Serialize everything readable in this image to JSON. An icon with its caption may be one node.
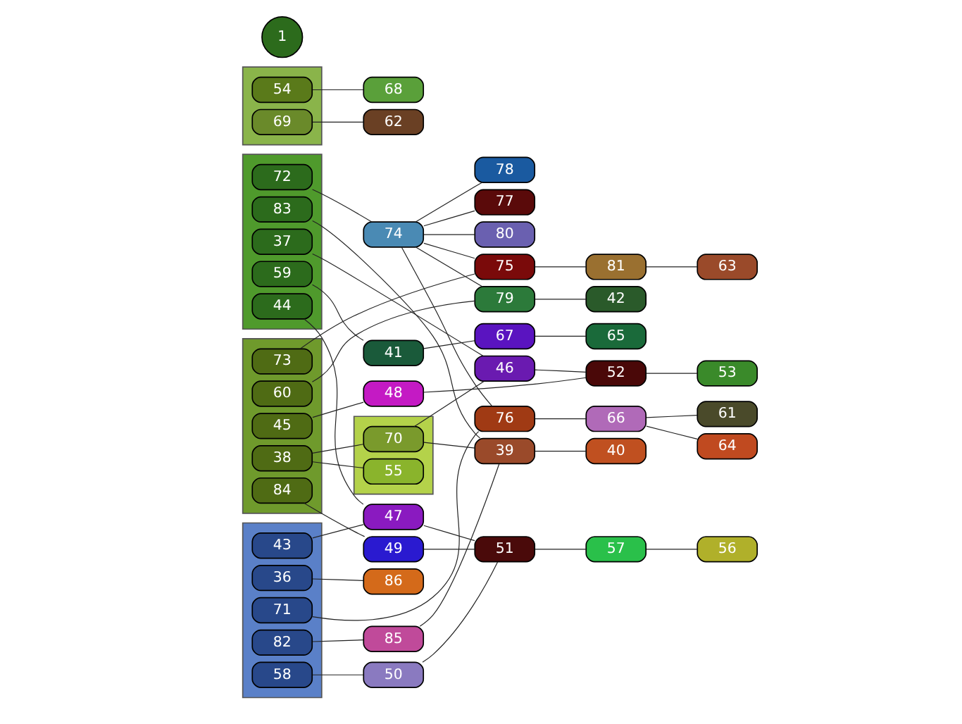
{
  "diagram": {
    "nodes": [
      {
        "text": [],
        "shape": "box"
      },
      {
        "text": [
          "59"
        ],
        "in": 0
      },
      {
        "text": [
          "72"
        ],
        "in": 0
      },
      {
        "text": [
          "37"
        ],
        "in": 0
      },
      {
        "text": [
          "44"
        ],
        "in": 0
      },
      {
        "text": [
          "83"
        ],
        "in": 0
      },
      {
        "text": [],
        "shape": "box"
      },
      {
        "text": [
          "60"
        ],
        "in": 6
      },
      {
        "text": [
          "73"
        ],
        "in": 6
      },
      {
        "text": [
          "38"
        ],
        "in": 6
      },
      {
        "text": [
          "45"
        ],
        "in": 6
      },
      {
        "text": [
          "84"
        ],
        "in": 6
      },
      {
        "text": [],
        "shape": "box"
      },
      {
        "text": [
          "58"
        ],
        "in": 12
      },
      {
        "text": [
          "71"
        ],
        "in": 12
      },
      {
        "text": [
          "43"
        ],
        "in": 12
      },
      {
        "text": [
          "82"
        ],
        "in": 12
      },
      {
        "text": [
          "36"
        ],
        "in": 12
      },
      {
        "text": [
          "74"
        ]
      },
      {
        "text": [],
        "shape": "box"
      },
      {
        "text": [
          "55"
        ],
        "in": 19
      },
      {
        "text": [
          "70"
        ],
        "in": 19
      },
      {
        "text": [
          "85"
        ]
      },
      {
        "text": [
          "80"
        ]
      },
      {
        "text": [
          "78"
        ]
      },
      {
        "text": [
          "77"
        ]
      },
      {
        "text": [
          "75"
        ]
      },
      {
        "text": [
          "76"
        ]
      },
      {
        "text": [
          "79"
        ]
      },
      {
        "text": [
          "41"
        ]
      },
      {
        "text": [
          "46"
        ]
      },
      {
        "text": [
          "47"
        ]
      },
      {
        "text": [
          "48"
        ]
      },
      {
        "text": [
          "49"
        ]
      },
      {
        "text": [
          "50"
        ]
      },
      {
        "text": [
          "39"
        ]
      },
      {
        "text": [
          "86"
        ]
      },
      {
        "text": [
          "81"
        ]
      },
      {
        "text": [
          "66"
        ]
      },
      {
        "text": [
          "42"
        ]
      },
      {
        "text": [
          "67"
        ]
      },
      {
        "text": [],
        "shape": "box"
      },
      {
        "text": [
          "69"
        ],
        "in": 41
      },
      {
        "text": [
          "54"
        ],
        "in": 41
      },
      {
        "text": [
          "52"
        ]
      },
      {
        "text": [
          "51"
        ]
      },
      {
        "text": [
          "40"
        ]
      },
      {
        "text": [
          "63"
        ]
      },
      {
        "text": [
          "64"
        ]
      },
      {
        "text": [
          "61"
        ]
      },
      {
        "text": [
          "65"
        ]
      },
      {
        "text": [
          "62"
        ]
      },
      {
        "text": [
          "68"
        ]
      },
      {
        "text": [
          "53"
        ]
      },
      {
        "text": [
          "57"
        ]
      },
      {
        "text": [
          "56"
        ]
      }
    ],
    "edges": [
      {
        "from": 2,
        "to": 18,
        "arrow": "none"
      },
      {
        "from": 18,
        "to": 23,
        "arrow": "none"
      },
      {
        "from": 18,
        "to": 24,
        "arrow": "none"
      },
      {
        "from": 18,
        "to": 25,
        "arrow": "none"
      },
      {
        "from": 18,
        "to": 26,
        "arrow": "none"
      },
      {
        "from": 18,
        "to": 27,
        "arrow": "none"
      },
      {
        "from": 18,
        "to": 28,
        "arrow": "none"
      },
      {
        "from": 1,
        "to": 29,
        "arrow": "none"
      },
      {
        "from": 3,
        "to": 30,
        "arrow": "none"
      },
      {
        "from": 4,
        "to": 31,
        "arrow": "none"
      },
      {
        "from": 5,
        "to": 35,
        "arrow": "none"
      },
      {
        "from": 7,
        "to": 28,
        "arrow": "none"
      },
      {
        "from": 8,
        "to": 26,
        "arrow": "none"
      },
      {
        "from": 9,
        "to": 20,
        "arrow": "none"
      },
      {
        "from": 9,
        "to": 21,
        "arrow": "none"
      },
      {
        "from": 10,
        "to": 32,
        "arrow": "none"
      },
      {
        "from": 11,
        "to": 33,
        "arrow": "none"
      },
      {
        "from": 13,
        "to": 34,
        "arrow": "none"
      },
      {
        "from": 14,
        "to": 27,
        "arrow": "none"
      },
      {
        "from": 15,
        "to": 31,
        "arrow": "none"
      },
      {
        "from": 16,
        "to": 22,
        "arrow": "none"
      },
      {
        "from": 17,
        "to": 36,
        "arrow": "none"
      },
      {
        "from": 21,
        "to": 30,
        "arrow": "none"
      },
      {
        "from": 21,
        "to": 35,
        "arrow": "none"
      },
      {
        "from": 22,
        "to": 35,
        "arrow": "none"
      },
      {
        "from": 26,
        "to": 37,
        "arrow": "none"
      },
      {
        "from": 27,
        "to": 38,
        "arrow": "none"
      },
      {
        "from": 28,
        "to": 39,
        "arrow": "none"
      },
      {
        "from": 29,
        "to": 40,
        "arrow": "none"
      },
      {
        "from": 30,
        "to": 44,
        "arrow": "none"
      },
      {
        "from": 31,
        "to": 45,
        "arrow": "none"
      },
      {
        "from": 32,
        "to": 44,
        "arrow": "none"
      },
      {
        "from": 33,
        "to": 45,
        "arrow": "none"
      },
      {
        "from": 34,
        "to": 45,
        "arrow": "none"
      },
      {
        "from": 35,
        "to": 46,
        "arrow": "none"
      },
      {
        "from": 37,
        "to": 47,
        "arrow": "none"
      },
      {
        "from": 38,
        "to": 48,
        "arrow": "none"
      },
      {
        "from": 38,
        "to": 49,
        "arrow": "none"
      },
      {
        "from": 40,
        "to": 50,
        "arrow": "none"
      },
      {
        "from": 42,
        "to": 51,
        "arrow": "none"
      },
      {
        "from": 43,
        "to": 52,
        "arrow": "none"
      },
      {
        "from": 44,
        "to": 53,
        "arrow": "none"
      },
      {
        "from": 45,
        "to": 54,
        "arrow": "none"
      },
      {
        "from": 54,
        "to": 55,
        "arrow": "none"
      }
    ],
    "labels": [
      "1"
    ]
  }
}
